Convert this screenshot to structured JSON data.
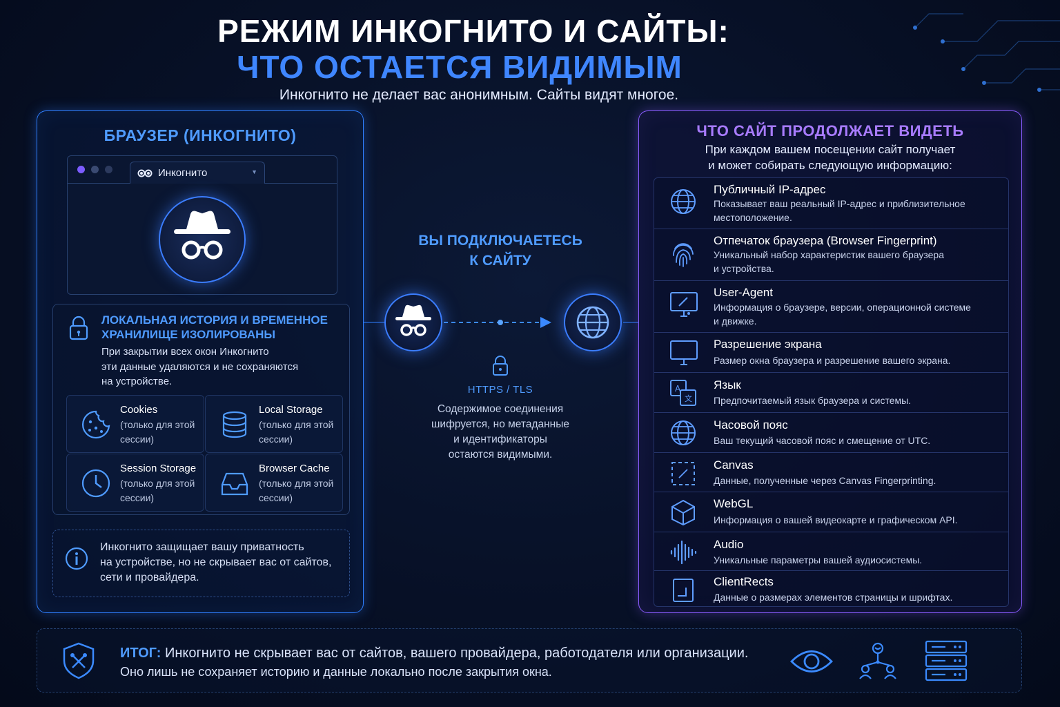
{
  "header": {
    "title_line1": "РЕЖИМ ИНКОГНИТО И САЙТЫ:",
    "title_line2": "ЧТО ОСТАЕТСЯ ВИДИМЫМ",
    "subtitle": "Инкогнито не делает вас анонимным. Сайты видят многое."
  },
  "left_panel": {
    "title": "БРАУЗЕР (ИНКОГНИТО)",
    "browser_tab": "Инкогнито",
    "isolation": {
      "title_line1": "ЛОКАЛЬНАЯ ИСТОРИЯ И ВРЕМЕННОЕ",
      "title_line2": "ХРАНИЛИЩЕ ИЗОЛИРОВАНЫ",
      "desc_line1": "При закрытии всех окон Инкогнито",
      "desc_line2": "эти данные удаляются и не сохраняются",
      "desc_line3": "на устройстве."
    },
    "storage": [
      {
        "name": "Cookies",
        "sub1": "(только для этой",
        "sub2": "сессии)",
        "icon": "cookie-icon"
      },
      {
        "name": "Local Storage",
        "sub1": "(только для этой",
        "sub2": "сессии)",
        "icon": "database-icon"
      },
      {
        "name": "Session Storage",
        "sub1": "(только для этой",
        "sub2": "сессии)",
        "icon": "clock-icon"
      },
      {
        "name": "Browser Cache",
        "sub1": "(только для этой",
        "sub2": "сессии)",
        "icon": "inbox-icon"
      }
    ],
    "info": {
      "line1": "Инкогнито защищает вашу приватность",
      "line2": "на устройстве, но не скрывает вас от сайтов,",
      "line3": "сети и провайдера."
    }
  },
  "middle": {
    "title_line1": "ВЫ ПОДКЛЮЧАЕТЕСЬ",
    "title_line2": "К САЙТУ",
    "protocol": "HTTPS / TLS",
    "desc_line1": "Содержимое соединения",
    "desc_line2": "шифруется, но метаданные",
    "desc_line3": "и идентификаторы",
    "desc_line4": "остаются видимыми."
  },
  "right_panel": {
    "title": "ЧТО САЙТ ПРОДОЛЖАЕТ ВИДЕТЬ",
    "sub_line1": "При каждом вашем посещении сайт получает",
    "sub_line2": "и может собирать следующую информацию:",
    "items": [
      {
        "name": "Публичный IP-адрес",
        "d1": "Показывает ваш реальный IP-адрес и приблизительное",
        "d2": "местоположение.",
        "icon": "globe-icon"
      },
      {
        "name": "Отпечаток браузера (Browser Fingerprint)",
        "d1": "Уникальный набор характеристик вашего браузера",
        "d2": "и устройства.",
        "icon": "fingerprint-icon"
      },
      {
        "name": "User-Agent",
        "d1": "Информация о браузере, версии, операционной системе",
        "d2": "и движке.",
        "icon": "monitor-icon"
      },
      {
        "name": "Разрешение экрана",
        "d1": "Размер окна браузера и разрешение вашего экрана.",
        "d2": "",
        "icon": "screen-icon"
      },
      {
        "name": "Язык",
        "d1": "Предпочитаемый язык браузера и системы.",
        "d2": "",
        "icon": "language-icon"
      },
      {
        "name": "Часовой пояс",
        "d1": "Ваш текущий часовой пояс и смещение от UTC.",
        "d2": "",
        "icon": "timezone-globe-icon"
      },
      {
        "name": "Canvas",
        "d1": "Данные, полученные через Canvas Fingerprinting.",
        "d2": "",
        "icon": "canvas-icon"
      },
      {
        "name": "WebGL",
        "d1": "Информация о вашей видеокарте и графическом API.",
        "d2": "",
        "icon": "cube-icon"
      },
      {
        "name": "Audio",
        "d1": "Уникальные параметры вашей аудиосистемы.",
        "d2": "",
        "icon": "audio-wave-icon"
      },
      {
        "name": "ClientRects",
        "d1": "Данные о размерах элементов страницы и шрифтах.",
        "d2": "",
        "icon": "rects-icon"
      }
    ]
  },
  "footer": {
    "label": "ИТОГ:",
    "line1": " Инкогнито не скрывает вас от сайтов, вашего провайдера, работодателя или организации.",
    "line2": "Оно лишь не сохраняет историю и данные локально после закрытия окна."
  }
}
